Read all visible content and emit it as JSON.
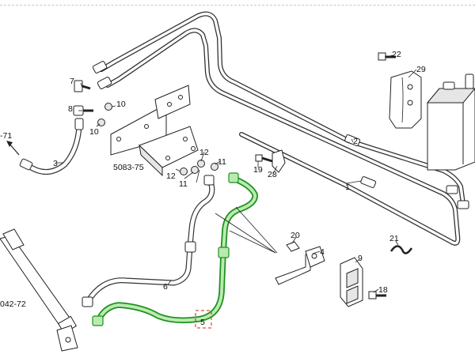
{
  "callouts": {
    "c1": "1",
    "c2": "2",
    "c3": "3",
    "c4": "4",
    "c5": "5",
    "c6": "6",
    "c7": "7",
    "c8": "8",
    "c9": "9",
    "c10a": "10",
    "c10b": "10",
    "c11a": "11",
    "c11b": "11",
    "c12a": "12",
    "c12b": "12",
    "c18": "18",
    "c19": "19",
    "c20": "20",
    "c21": "21",
    "c22": "22",
    "c28": "28",
    "c29": "29"
  },
  "references": {
    "ref_71": "-71",
    "ref_5083": "5083-75",
    "ref_042": "042-72"
  },
  "colors": {
    "highlight": "#1f8f1f",
    "highlight_fill": "#b9ebb0",
    "selection_box": "#cc2222",
    "line": "#222222"
  }
}
